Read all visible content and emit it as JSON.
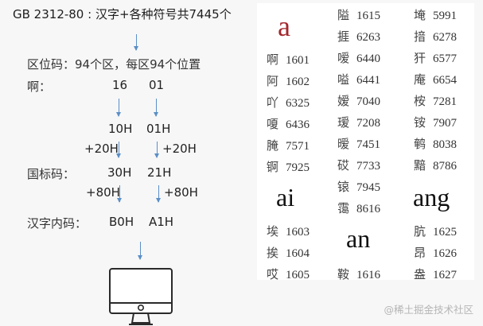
{
  "title": "GB 2312-80 : 汉字+各种符号共7445个",
  "left": {
    "quwei_label": "区位码：94个区，每区94个位置",
    "a_label": "啊：",
    "a_qu": "16",
    "a_wei": "01",
    "hex_qu": "10H",
    "hex_wei": "01H",
    "add20_left": "+20H",
    "add20_right": "+20H",
    "guobiao_label": "国标码：",
    "gb_qu": "30H",
    "gb_wei": "21H",
    "add80_left": "+80H",
    "add80_right": "+80H",
    "neima_label": "汉字内码：",
    "nm_qu": "B0H",
    "nm_wei": "A1H",
    "device_icon": "computer-monitor-icon"
  },
  "table": {
    "colors": {
      "heading_a": "#a3272c",
      "text": "#333333"
    },
    "col1": {
      "heading_a": "a",
      "a_entries": [
        {
          "ch": "啊",
          "code": "1601"
        },
        {
          "ch": "阿",
          "code": "1602"
        },
        {
          "ch": "吖",
          "code": "6325"
        },
        {
          "ch": "嗄",
          "code": "6436"
        },
        {
          "ch": "腌",
          "code": "7571"
        },
        {
          "ch": "锕",
          "code": "7925"
        }
      ],
      "heading_ai": "ai",
      "ai_entries": [
        {
          "ch": "埃",
          "code": "1603"
        },
        {
          "ch": "挨",
          "code": "1604"
        },
        {
          "ch": "哎",
          "code": "1605"
        }
      ]
    },
    "col2": {
      "entries": [
        {
          "ch": "隘",
          "code": "1615"
        },
        {
          "ch": "捱",
          "code": "6263"
        },
        {
          "ch": "嗳",
          "code": "6440"
        },
        {
          "ch": "嗌",
          "code": "6441"
        },
        {
          "ch": "嫒",
          "code": "7040"
        },
        {
          "ch": "瑷",
          "code": "7208"
        },
        {
          "ch": "暧",
          "code": "7451"
        },
        {
          "ch": "砹",
          "code": "7733"
        },
        {
          "ch": "锿",
          "code": "7945"
        },
        {
          "ch": "霭",
          "code": "8616"
        }
      ],
      "heading_an": "an",
      "an_entries": [
        {
          "ch": "鞍",
          "code": "1616"
        }
      ]
    },
    "col3": {
      "entries": [
        {
          "ch": "埯",
          "code": "5991"
        },
        {
          "ch": "揞",
          "code": "6278"
        },
        {
          "ch": "犴",
          "code": "6577"
        },
        {
          "ch": "庵",
          "code": "6654"
        },
        {
          "ch": "桉",
          "code": "7281"
        },
        {
          "ch": "铵",
          "code": "7907"
        },
        {
          "ch": "鹌",
          "code": "8038"
        },
        {
          "ch": "黯",
          "code": "8786"
        }
      ],
      "heading_ang": "ang",
      "ang_entries": [
        {
          "ch": "肮",
          "code": "1625"
        },
        {
          "ch": "昂",
          "code": "1626"
        },
        {
          "ch": "盎",
          "code": "1627"
        }
      ]
    }
  },
  "watermark": "@稀土掘金技术社区"
}
